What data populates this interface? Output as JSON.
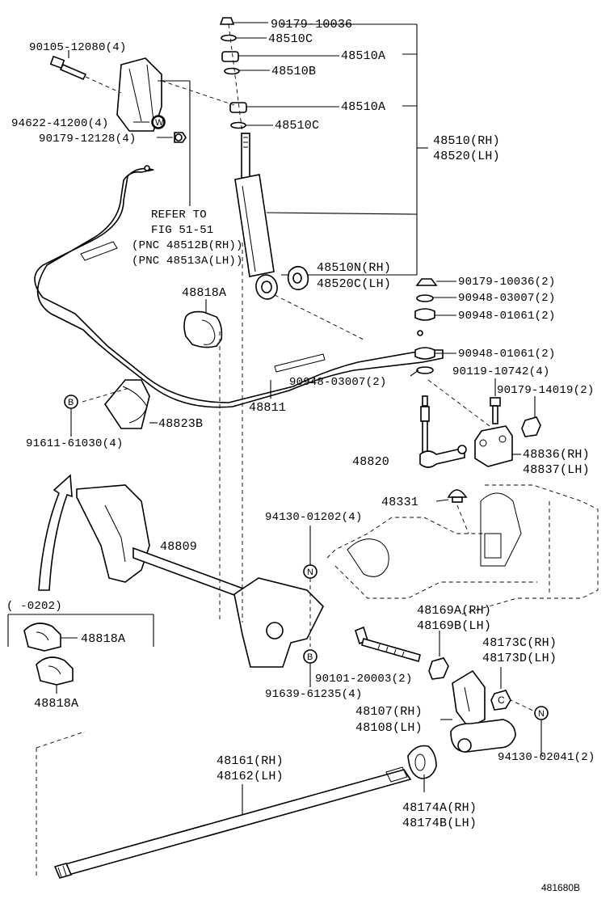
{
  "labels": {
    "p90179_10036": "90179-10036",
    "p48510C_top": "48510C",
    "p48510A_top": "48510A",
    "p48510B": "48510B",
    "p48510A_mid": "48510A",
    "p48510C_mid": "48510C",
    "p48510_rh": "48510(RH)",
    "p48520_lh": "48520(LH)",
    "p90105": "90105-12080(4)",
    "p94622": "94622-41200(4)",
    "p90179_12128": "90179-12128(4)",
    "refer1": "REFER TO",
    "refer2": "FIG 51-51",
    "refer3": "(PNC 48512B(RH))",
    "refer4": "(PNC 48513A(LH))",
    "p48510N": "48510N(RH)",
    "p48520C": "48520C(LH)",
    "p90179_10036_2": "90179-10036(2)",
    "p90948_03007_2a": "90948-03007(2)",
    "p90948_01061_2a": "90948-01061(2)",
    "p48818A_top": "48818A",
    "p90948_01061_2b": "90948-01061(2)",
    "p90948_03007_2b": "90948-03007(2)",
    "p90119": "90119-10742(4)",
    "p90179_14019": "90179-14019(2)",
    "p48811": "48811",
    "p48823B": "48823B",
    "p91611": "91611-61030(4)",
    "p48820": "48820",
    "p48836": "48836(RH)",
    "p48837": "48837(LH)",
    "p48331": "48331",
    "p94130_01202": "94130-01202(4)",
    "p48809": "48809",
    "range": "(      -0202)",
    "p48818A_a": "48818A",
    "p48818A_b": "48818A",
    "p48169A": "48169A(RH)",
    "p48169B": "48169B(LH)",
    "p48173C": "48173C(RH)",
    "p48173D": "48173D(LH)",
    "p90101": "90101-20003(2)",
    "p91639": "91639-61235(4)",
    "p48107": "48107(RH)",
    "p48108": "48108(LH)",
    "p94130_02041": "94130-02041(2)",
    "p48161": "48161(RH)",
    "p48162": "48162(LH)",
    "p48174A": "48174A(RH)",
    "p48174B": "48174B(LH)",
    "fig_id": "481680B"
  },
  "symbols": {
    "washer_mark": "W",
    "nut_mark": "C",
    "bolt_mark_b": "B",
    "nut_mark_n": "N"
  }
}
